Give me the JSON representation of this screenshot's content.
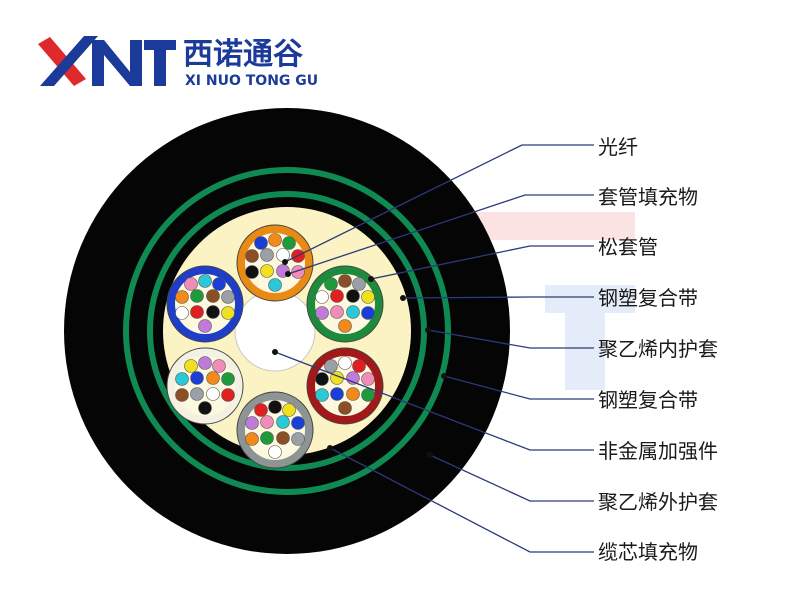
{
  "brand": {
    "name_cn": "西诺通谷",
    "name_en": "XI NUO TONG GU",
    "colors": {
      "red": "#e0292d",
      "blue": "#1b3a9a"
    }
  },
  "labels": [
    {
      "id": "fiber",
      "text": "光纤"
    },
    {
      "id": "tube-filler",
      "text": "套管填充物"
    },
    {
      "id": "loose-tube",
      "text": "松套管"
    },
    {
      "id": "steel-plastic-tape-inner",
      "text": "钢塑复合带"
    },
    {
      "id": "pe-inner-sheath",
      "text": "聚乙烯内护套"
    },
    {
      "id": "steel-plastic-tape-outer",
      "text": "钢塑复合带"
    },
    {
      "id": "non-metal-strength-member",
      "text": "非金属加强件"
    },
    {
      "id": "pe-outer-sheath",
      "text": "聚乙烯外护套"
    },
    {
      "id": "core-filler",
      "text": "缆芯填充物"
    }
  ],
  "colors": {
    "outer_sheath": "#050505",
    "tape": "#0f8a52",
    "core_filler": "#fbf3c4",
    "strength_member": "#ffffff",
    "tube_rings": [
      "#e98a14",
      "#1d8a3c",
      "#a31818",
      "#8c9494",
      "#f4f0e2",
      "#1e3ec8"
    ],
    "fibers": [
      "#1b3fd6",
      "#f2891a",
      "#1f9a3a",
      "#8a4f24",
      "#9aa0a6",
      "#ffffff",
      "#e02020",
      "#111111",
      "#f0e020",
      "#c07ad8",
      "#f08cb8",
      "#2bc8d8"
    ]
  }
}
